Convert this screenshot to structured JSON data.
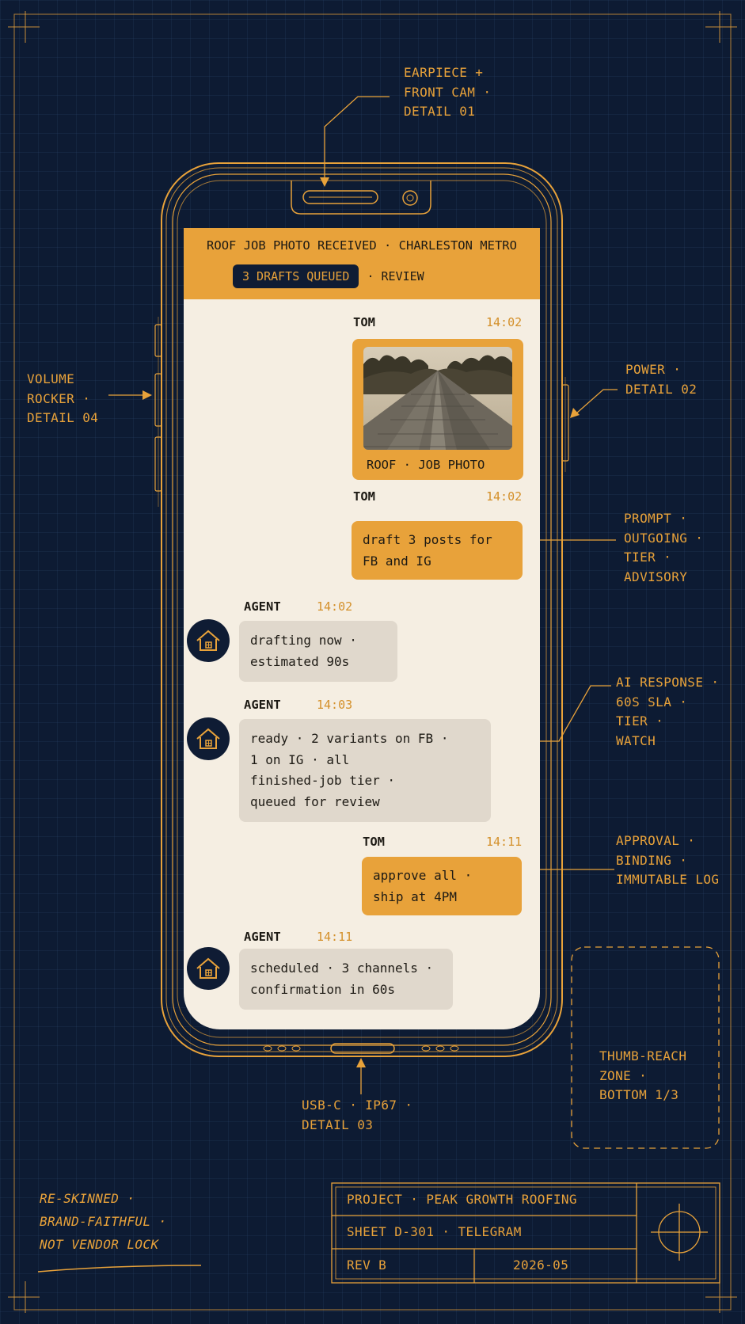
{
  "annotations": {
    "earpiece": [
      "EARPIECE +",
      "FRONT CAM ·",
      "DETAIL 01"
    ],
    "volume": [
      "VOLUME",
      "ROCKER ·",
      "DETAIL 04"
    ],
    "power": [
      "POWER ·",
      "DETAIL 02"
    ],
    "prompt": [
      "PROMPT ·",
      "OUTGOING ·",
      "TIER ·",
      "ADVISORY"
    ],
    "ai_response": [
      "AI RESPONSE ·",
      "60S SLA ·",
      "TIER ·",
      "WATCH"
    ],
    "approval": [
      "APPROVAL ·",
      "BINDING ·",
      "IMMUTABLE LOG"
    ],
    "usb": [
      "USB-C · IP67 ·",
      "DETAIL 03"
    ],
    "thumb": [
      "THUMB-REACH",
      "ZONE ·",
      "BOTTOM 1/3"
    ],
    "reskin": [
      "RE-SKINNED ·",
      "BRAND-FAITHFUL ·",
      "NOT VENDOR LOCK"
    ]
  },
  "chat": {
    "header_line": "ROOF JOB PHOTO RECEIVED · CHARLESTON METRO",
    "drafts_pill": "3 DRAFTS QUEUED",
    "review": "· REVIEW",
    "photo_caption": "ROOF · JOB PHOTO",
    "messages": [
      {
        "sender": "TOM",
        "time": "14:02"
      },
      {
        "sender": "TOM",
        "time": "14:02",
        "lines": [
          "draft 3 posts for",
          "FB and IG"
        ]
      },
      {
        "sender": "AGENT",
        "time": "14:02",
        "lines": [
          "drafting now ·",
          "estimated 90s"
        ]
      },
      {
        "sender": "AGENT",
        "time": "14:03",
        "lines": [
          "ready · 2 variants on FB ·",
          "1 on IG · all",
          "finished-job tier ·",
          "queued for review"
        ]
      },
      {
        "sender": "TOM",
        "time": "14:11",
        "lines": [
          "approve all ·",
          "ship at 4PM"
        ]
      },
      {
        "sender": "AGENT",
        "time": "14:11",
        "lines": [
          "scheduled · 3 channels ·",
          "confirmation in 60s"
        ]
      }
    ]
  },
  "title_block": {
    "project": "PROJECT · PEAK GROWTH ROOFING",
    "sheet": "SHEET D-301 · TELEGRAM",
    "rev": "REV  B",
    "date": "2026-05"
  },
  "colors": {
    "background": "#0d1b33",
    "accent": "#e8a23a",
    "screen": "#f5eee2",
    "incoming_bubble": "#e0d8cc"
  }
}
